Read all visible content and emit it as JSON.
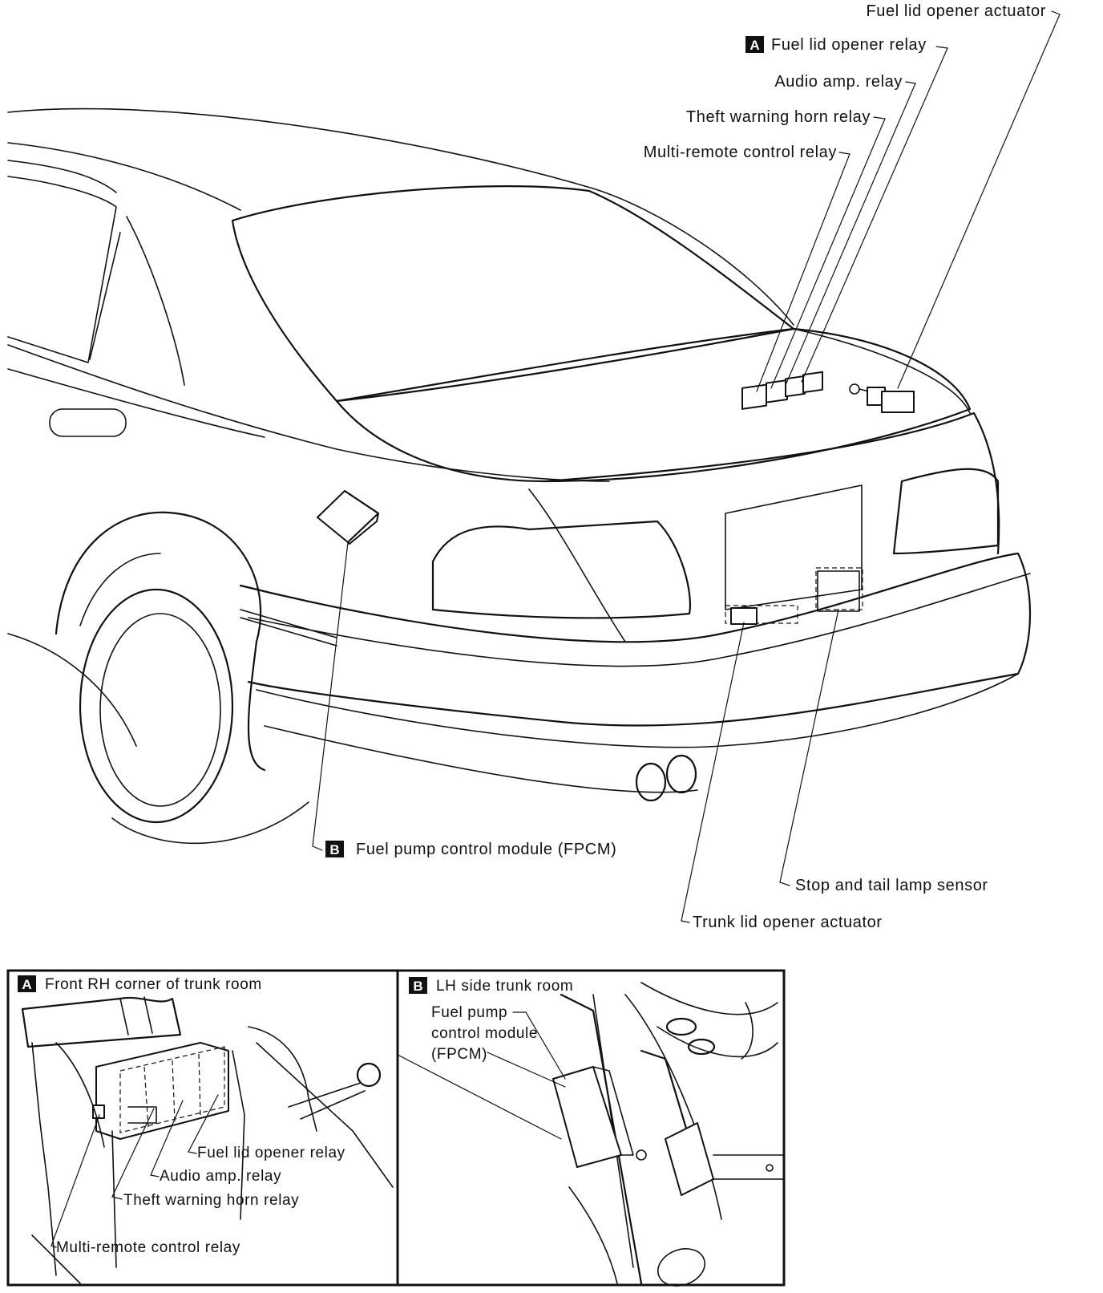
{
  "main_callouts": {
    "fuel_lid_opener_actuator": "Fuel lid opener actuator",
    "fuel_lid_opener_relay": "Fuel lid opener relay",
    "fuel_lid_opener_relay_tag": "A",
    "audio_amp_relay": "Audio amp. relay",
    "theft_warning_horn_relay": "Theft warning horn relay",
    "multi_remote_control_relay": "Multi-remote control relay",
    "fpcm": "Fuel pump control module (FPCM)",
    "fpcm_tag": "B",
    "stop_tail_lamp_sensor": "Stop and tail lamp sensor",
    "trunk_lid_opener_actuator": "Trunk lid opener actuator"
  },
  "inset_a": {
    "tag": "A",
    "title": "Front RH corner of trunk room",
    "labels": {
      "fuel_lid_opener_relay": "Fuel lid opener relay",
      "audio_amp_relay": "Audio amp. relay",
      "theft_warning_horn_relay": "Theft warning horn relay",
      "multi_remote_control_relay": "Multi-remote control relay"
    }
  },
  "inset_b": {
    "tag": "B",
    "title": "LH side trunk room",
    "fpcm_line1": "Fuel pump",
    "fpcm_line2": "control module",
    "fpcm_line3": "(FPCM)"
  }
}
